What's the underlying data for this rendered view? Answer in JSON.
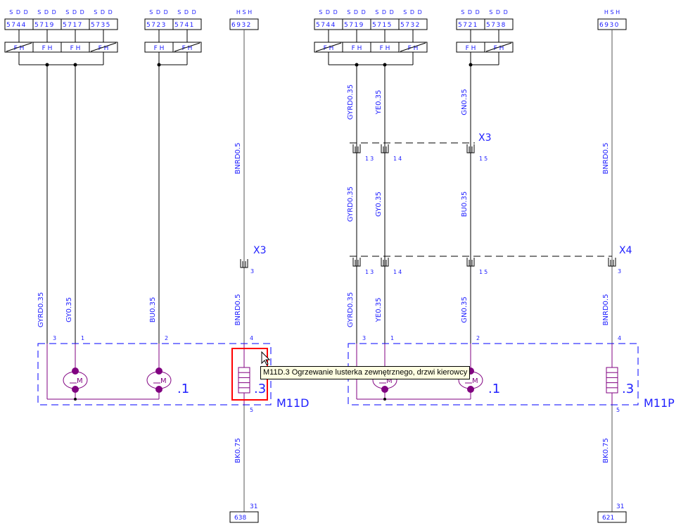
{
  "colors": {
    "text": "#2020ff",
    "wire": "#000000",
    "component": "#800080",
    "highlight": "#ff0000",
    "module_border": "#0000ff"
  },
  "left_group": {
    "fuses_a": [
      {
        "type": "SDD",
        "id": "5744"
      },
      {
        "type": "SDD",
        "id": "5719"
      },
      {
        "type": "SDD",
        "id": "5717"
      },
      {
        "type": "SDD",
        "id": "5735"
      }
    ],
    "fuses_b": [
      {
        "type": "SDD",
        "id": "5723"
      },
      {
        "type": "SDD",
        "id": "5741"
      }
    ],
    "hsh": {
      "type": "HSH",
      "id": "6932"
    },
    "fh_a": [
      "FH",
      "FH",
      "FH",
      "FH"
    ],
    "fh_b": [
      "FH",
      "FH"
    ],
    "ground": "638"
  },
  "right_group": {
    "fuses_a": [
      {
        "type": "SDD",
        "id": "5744"
      },
      {
        "type": "SDD",
        "id": "5719"
      },
      {
        "type": "SDD",
        "id": "5715"
      },
      {
        "type": "SDD",
        "id": "5732"
      }
    ],
    "fuses_b": [
      {
        "type": "SDD",
        "id": "5721"
      },
      {
        "type": "SDD",
        "id": "5738"
      }
    ],
    "hsh": {
      "type": "HSH",
      "id": "6930"
    },
    "fh_a": [
      "FH",
      "FH",
      "FH",
      "FH"
    ],
    "fh_b": [
      "FH",
      "FH"
    ],
    "ground": "621"
  },
  "wire_labels": {
    "left_upper": [
      "BNRD0.5"
    ],
    "left_lower": [
      "GYRD0.35",
      "GY0.35",
      "BU0.35",
      "BNRD0.5"
    ],
    "left_bottom": [
      "BK0.75"
    ],
    "right_top": [
      "GYRD0.35",
      "YE0.35",
      "GN0.35",
      "BNRD0.5"
    ],
    "right_mid": [
      "GYRD0.35",
      "GY0.35",
      "BU0.35"
    ],
    "right_lower": [
      "GYRD0.35",
      "YE0.35",
      "GN0.35",
      "BNRD0.5"
    ],
    "right_bottom": [
      "BK0.75"
    ]
  },
  "connectors": {
    "x3_left": {
      "name": "X3",
      "pin": "3"
    },
    "x3_right_top": {
      "name": "X3",
      "pins": [
        "13",
        "14",
        "15"
      ]
    },
    "x3_right_bottom": {
      "pins": [
        "13",
        "14",
        "15"
      ]
    },
    "x4": {
      "name": "X4",
      "pin": "3"
    }
  },
  "pins": {
    "left": [
      "3",
      "1",
      "2",
      "4",
      "5",
      "31"
    ],
    "right": [
      "3",
      "1",
      "2",
      "4",
      "5",
      "31"
    ]
  },
  "modules": {
    "left": {
      "name": "M11D",
      "motor_label": ".1",
      "heater_label": ".3",
      "motor_glyph": "M"
    },
    "right": {
      "name": "M11P",
      "motor_label": ".1",
      "heater_label": ".3",
      "motor_glyph": "M"
    }
  },
  "tooltip": "M11D.3 Ogrzewanie lusterka zewnętrznego, drzwi kierowcy"
}
